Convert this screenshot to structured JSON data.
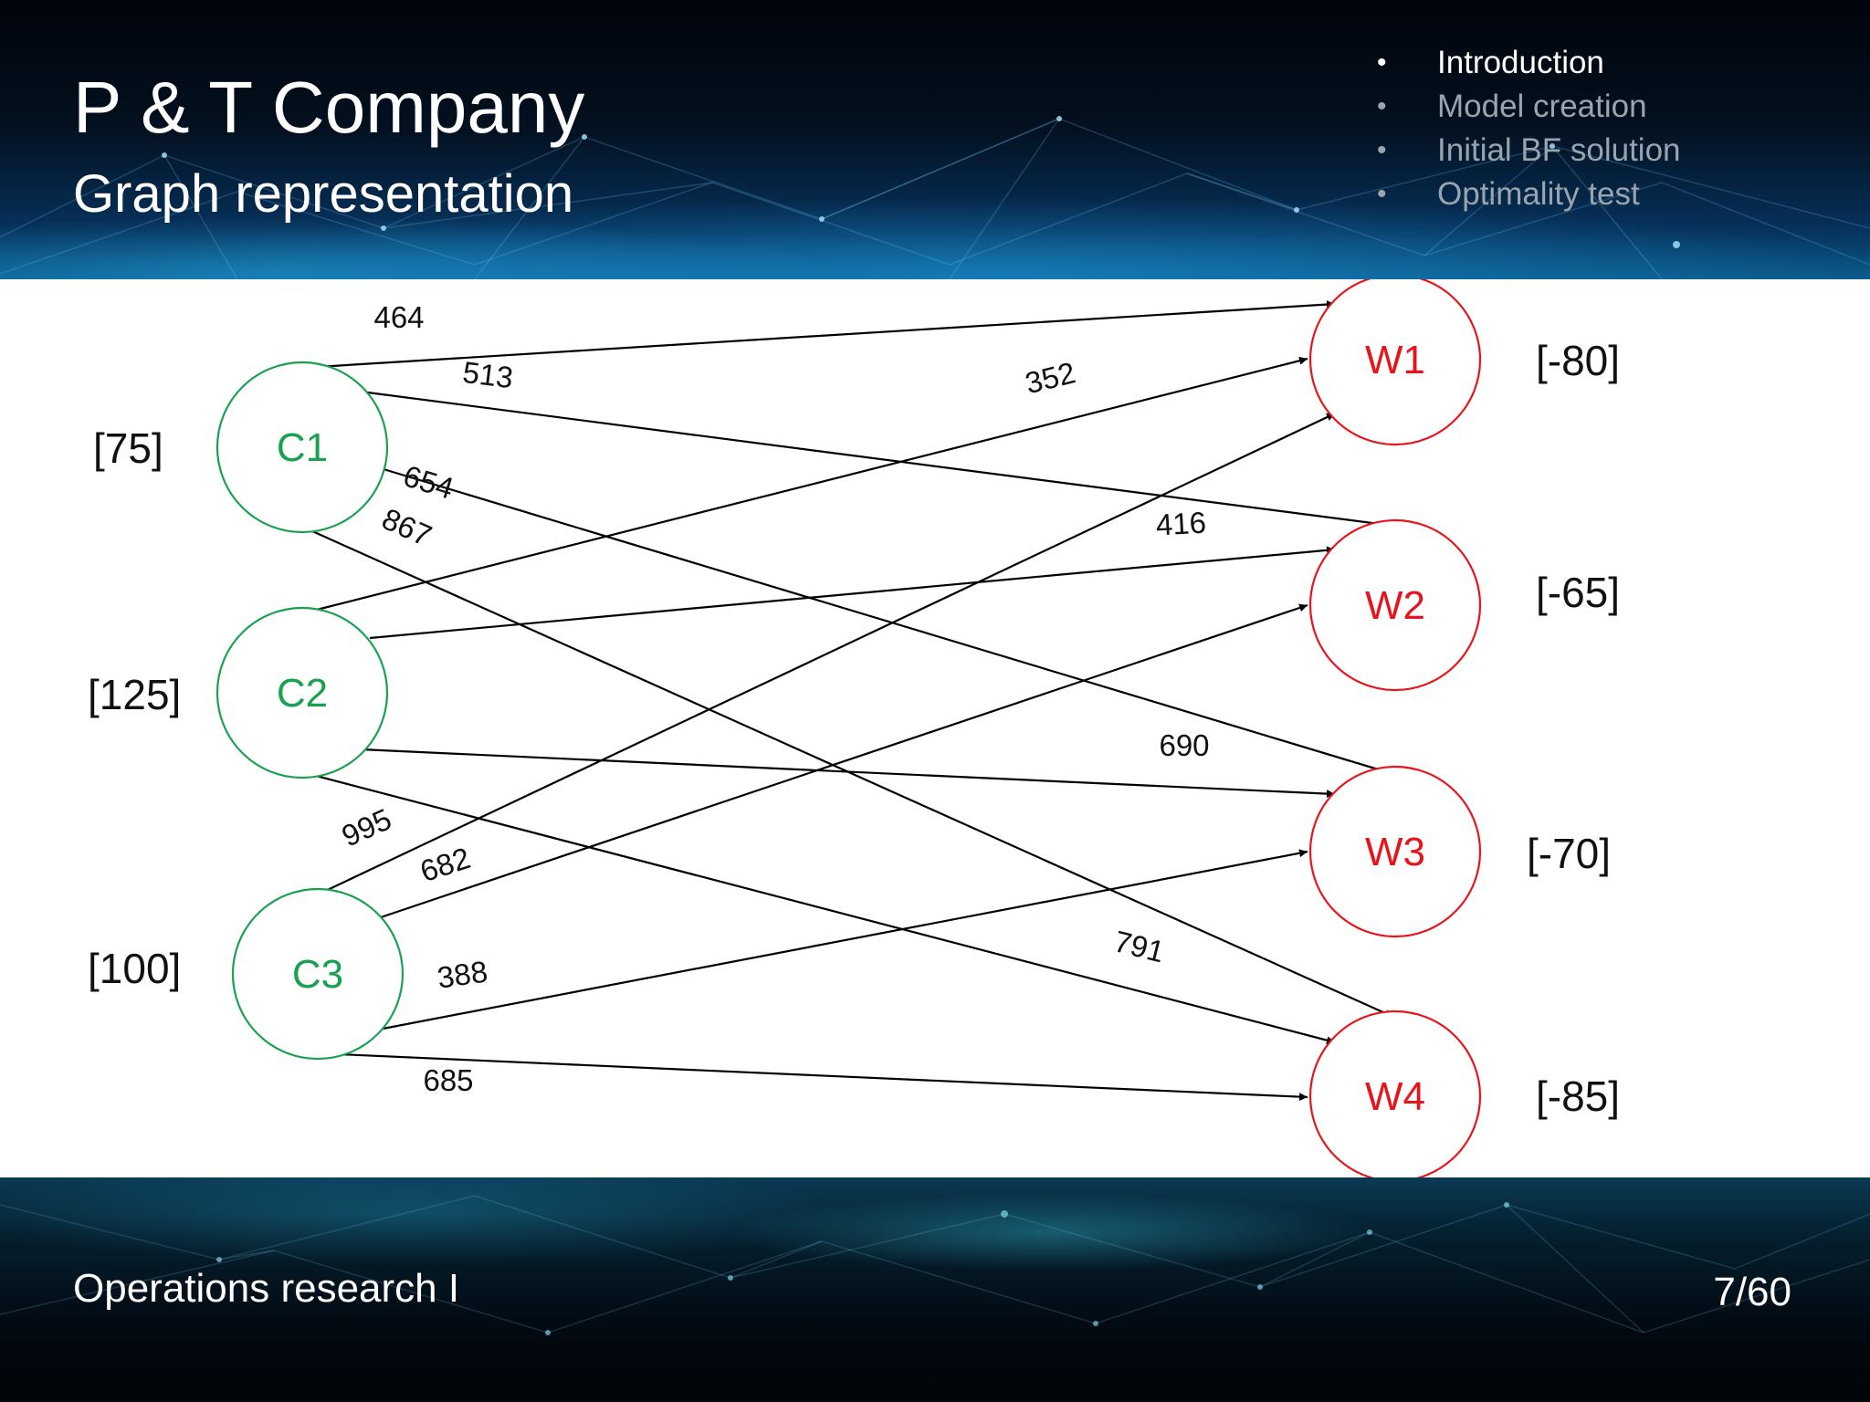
{
  "slide": {
    "title": "P & T Company",
    "subtitle": "Graph representation"
  },
  "agenda": {
    "items": [
      {
        "label": "Introduction",
        "active": true
      },
      {
        "label": "Model creation",
        "active": false
      },
      {
        "label": "Initial BF solution",
        "active": false
      },
      {
        "label": "Optimality test",
        "active": false
      }
    ]
  },
  "graph": {
    "sources": [
      {
        "id": "C1",
        "label": "C1",
        "supply": "[75]"
      },
      {
        "id": "C2",
        "label": "C2",
        "supply": "[125]"
      },
      {
        "id": "C3",
        "label": "C3",
        "supply": "[100]"
      }
    ],
    "destinations": [
      {
        "id": "W1",
        "label": "W1",
        "demand": "[-80]"
      },
      {
        "id": "W2",
        "label": "W2",
        "demand": "[-65]"
      },
      {
        "id": "W3",
        "label": "W3",
        "demand": "[-70]"
      },
      {
        "id": "W4",
        "label": "W4",
        "demand": "[-85]"
      }
    ],
    "edges": [
      {
        "from": "C1",
        "to": "W1",
        "cost": "464"
      },
      {
        "from": "C1",
        "to": "W2",
        "cost": "513"
      },
      {
        "from": "C1",
        "to": "W3",
        "cost": "654"
      },
      {
        "from": "C1",
        "to": "W4",
        "cost": "867"
      },
      {
        "from": "C2",
        "to": "W1",
        "cost": "352"
      },
      {
        "from": "C2",
        "to": "W2",
        "cost": "416"
      },
      {
        "from": "C2",
        "to": "W3",
        "cost": "690"
      },
      {
        "from": "C2",
        "to": "W4",
        "cost": "791"
      },
      {
        "from": "C3",
        "to": "W1",
        "cost": "995"
      },
      {
        "from": "C3",
        "to": "W2",
        "cost": "682"
      },
      {
        "from": "C3",
        "to": "W3",
        "cost": "388"
      },
      {
        "from": "C3",
        "to": "W4",
        "cost": "685"
      }
    ],
    "colors": {
      "source": "#1aa150",
      "destination": "#e8141b",
      "edge": "#000000"
    }
  },
  "footer": {
    "course": "Operations research I",
    "page": "7/60"
  }
}
